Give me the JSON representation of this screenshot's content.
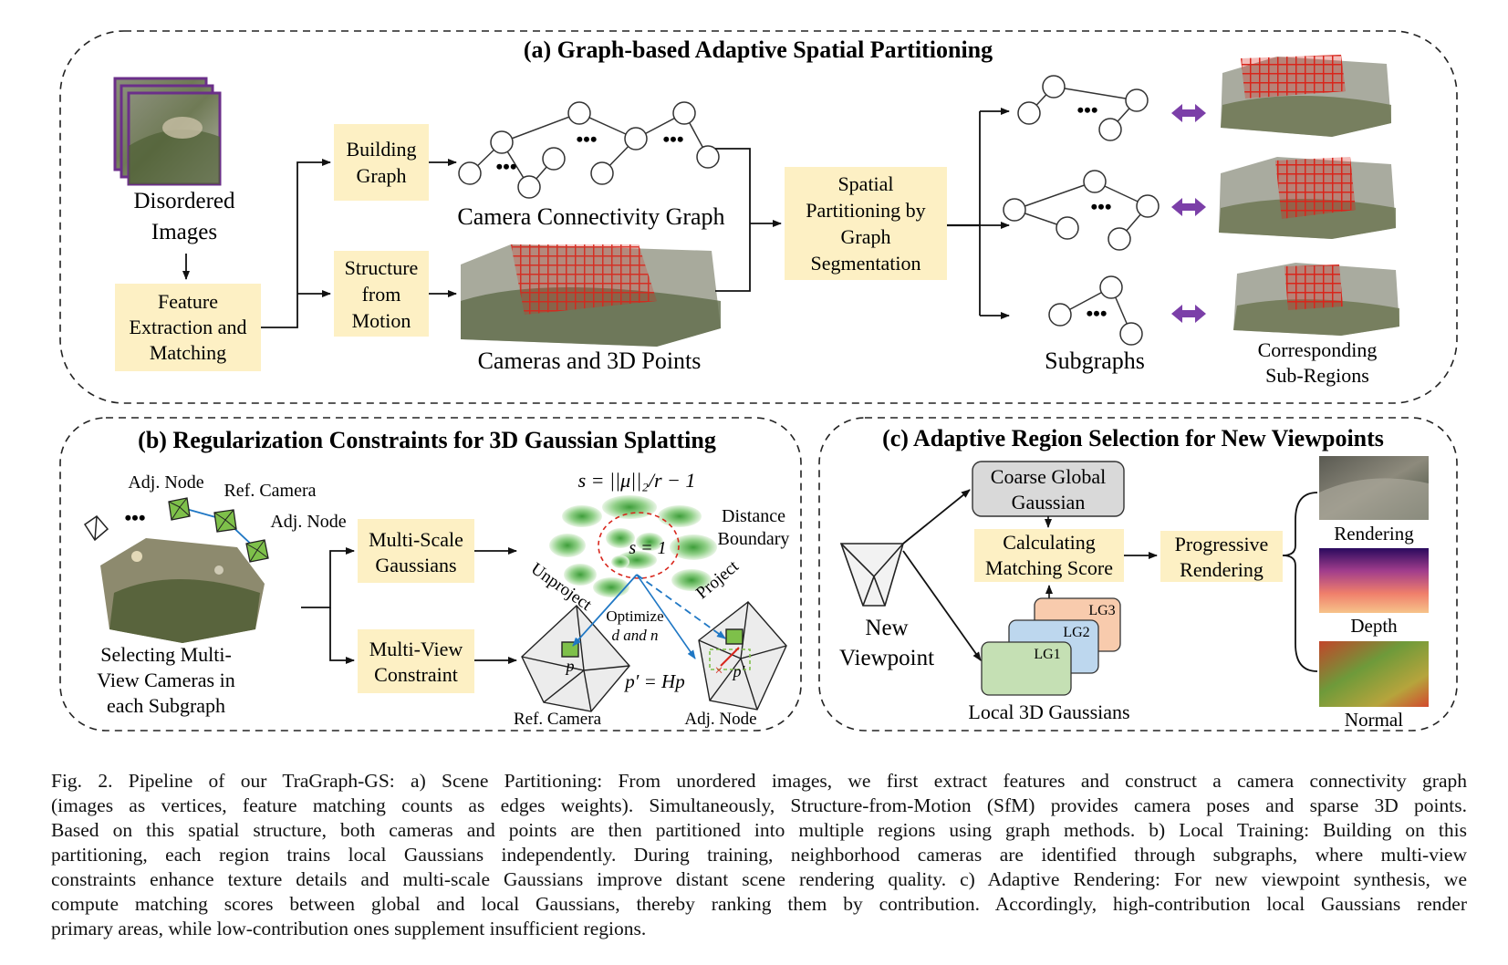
{
  "colors": {
    "box_fill": "#fdf0c4",
    "arrow_purple": "#7b3fa8",
    "grid_red": "#d8261c",
    "coarse_fill": "#d9d9d9",
    "lg1_fill": "#c5e0b4",
    "lg2_fill": "#bdd7ee",
    "lg3_fill": "#f8cbad",
    "gaussian_green": "#4caf50",
    "blue_line": "#1f77c4"
  },
  "panel_a": {
    "title": "(a) Graph-based Adaptive Spatial Partitioning",
    "disordered_images": [
      "Disordered",
      "Images"
    ],
    "feature_box": [
      "Feature",
      "Extraction and",
      "Matching"
    ],
    "building_graph": [
      "Building",
      "Graph"
    ],
    "sfm_box": [
      "Structure",
      "from",
      "Motion"
    ],
    "camera_graph_label": "Camera Connectivity Graph",
    "cameras_points_label": "Cameras and 3D Points",
    "spatial_box": [
      "Spatial",
      "Partitioning by",
      "Graph",
      "Segmentation"
    ],
    "subgraphs_label": "Subgraphs",
    "sub_regions_label": [
      "Corresponding",
      "Sub-Regions"
    ],
    "icons": [
      "photo-stack-icon",
      "point-cloud-icon",
      "double-arrow-icon"
    ]
  },
  "panel_b": {
    "title": "(b) Regularization Constraints for 3D Gaussian Splatting",
    "adj_node_1": "Adj. Node",
    "ref_camera": "Ref. Camera",
    "adj_node_2": "Adj. Node",
    "selecting": [
      "Selecting Multi-",
      "View Cameras in",
      "each Subgraph"
    ],
    "multi_scale": [
      "Multi-Scale",
      "Gaussians"
    ],
    "multi_view": [
      "Multi-View",
      "Constraint"
    ],
    "formula_s": "s = ||μ||₂/r − 1",
    "s_eq_1": "s = 1",
    "distance_boundary": [
      "Distance",
      "Boundary"
    ],
    "unproject": "Unproject",
    "project": "Project",
    "optimize": [
      "Optimize",
      "d and n"
    ],
    "p": "p",
    "p_prime": "p′",
    "homography": "p′ = Hp",
    "ref_camera_bottom": "Ref. Camera",
    "adj_node_bottom": "Adj. Node",
    "ellipsis": "•••"
  },
  "panel_c": {
    "title": "(c) Adaptive Region Selection for New Viewpoints",
    "coarse": [
      "Coarse Global",
      "Gaussian"
    ],
    "calculating": [
      "Calculating",
      "Matching Score"
    ],
    "progressive": [
      "Progressive",
      "Rendering"
    ],
    "new_viewpoint": [
      "New",
      "Viewpoint"
    ],
    "lg1": "LG1",
    "lg2": "LG2",
    "lg3": "LG3",
    "local_label": "Local 3D Gaussians",
    "rendering": "Rendering",
    "depth": "Depth",
    "normal": "Normal"
  },
  "caption": {
    "lines": [
      "Fig. 2.  Pipeline of our TraGraph-GS: a) Scene Partitioning: From unordered images, we first extract features and construct a camera connectivity graph",
      "(images as vertices, feature matching counts as edges weights). Simultaneously, Structure-from-Motion (SfM) provides camera poses and sparse 3D points.",
      "Based on this spatial structure, both cameras and points are then partitioned into multiple regions using graph methods. b) Local Training: Building on this",
      "partitioning, each region trains local Gaussians independently. During training, neighborhood cameras are identified through subgraphs, where multi-view",
      "constraints enhance texture details and multi-scale Gaussians improve distant scene rendering quality. c) Adaptive Rendering: For new viewpoint synthesis, we",
      "compute matching scores between global and local Gaussians, thereby ranking them by contribution. Accordingly, high-contribution local Gaussians render",
      "primary areas, while low-contribution ones supplement insufficient regions."
    ]
  }
}
